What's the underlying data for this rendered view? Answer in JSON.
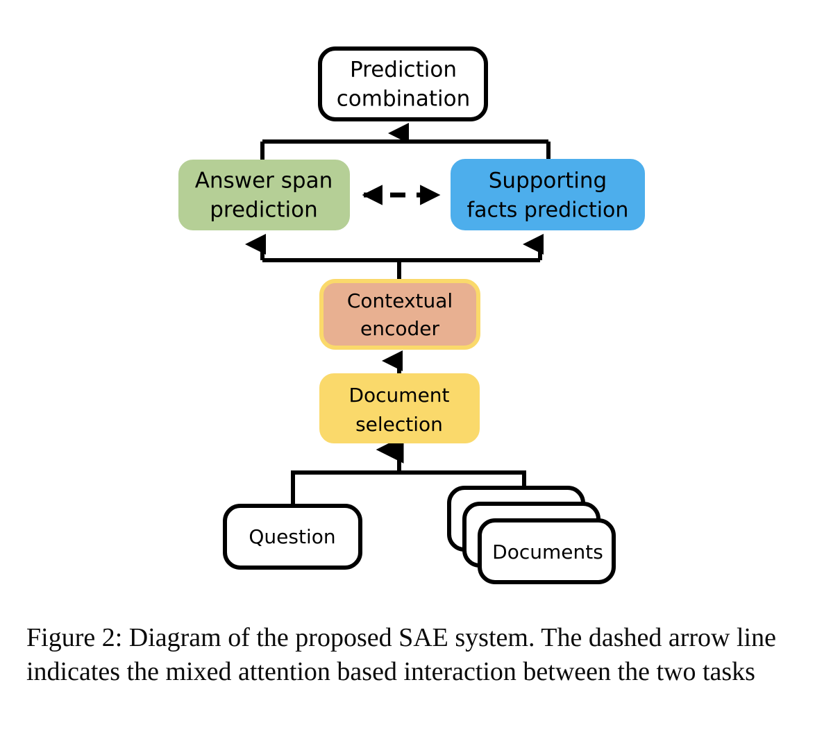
{
  "figure": {
    "caption_label": "Figure 2:",
    "caption_text": "Figure 2: Diagram of the proposed SAE system. The dashed arrow line indicates the mixed attention based interaction between the two tasks"
  },
  "diagram": {
    "type": "flowchart",
    "title": "SAE system architecture",
    "nodes": [
      {
        "id": "prediction-combination",
        "label_line1": "Prediction",
        "label_line2": "combination",
        "fill": "#ffffff",
        "border": "#000000",
        "shape": "rounded-rect"
      },
      {
        "id": "answer-span-prediction",
        "label_line1": "Answer  span",
        "label_line2": "prediction",
        "fill": "#b5cf96",
        "border": "#b5cf96",
        "shape": "rounded-rect"
      },
      {
        "id": "supporting-facts-prediction",
        "label_line1": "Supporting",
        "label_line2": "facts prediction",
        "fill": "#4daeec",
        "border": "#4daeec",
        "shape": "rounded-rect"
      },
      {
        "id": "contextual-encoder",
        "label_line1": "Contextual",
        "label_line2": "encoder",
        "fill": "#e8b091",
        "border": "#fad96b",
        "shape": "rounded-rect"
      },
      {
        "id": "document-selection",
        "label_line1": "Document",
        "label_line2": "selection",
        "fill": "#fad96b",
        "border": "#fad96b",
        "shape": "rounded-rect"
      },
      {
        "id": "question",
        "label_line1": "Question",
        "label_line2": "",
        "fill": "#ffffff",
        "border": "#000000",
        "shape": "rounded-rect"
      },
      {
        "id": "documents",
        "label_line1": "Documents",
        "label_line2": "",
        "fill": "#ffffff",
        "border": "#000000",
        "shape": "stacked-rect",
        "stack_count": 3
      }
    ],
    "edges": [
      {
        "from": "question",
        "to": "document-selection",
        "style": "solid",
        "arrow": "single"
      },
      {
        "from": "documents",
        "to": "document-selection",
        "style": "solid",
        "arrow": "single"
      },
      {
        "from": "document-selection",
        "to": "contextual-encoder",
        "style": "solid",
        "arrow": "single"
      },
      {
        "from": "contextual-encoder",
        "to": "answer-span-prediction",
        "style": "solid",
        "arrow": "single"
      },
      {
        "from": "contextual-encoder",
        "to": "supporting-facts-prediction",
        "style": "solid",
        "arrow": "single"
      },
      {
        "from": "answer-span-prediction",
        "to": "prediction-combination",
        "style": "solid",
        "arrow": "single"
      },
      {
        "from": "supporting-facts-prediction",
        "to": "prediction-combination",
        "style": "solid",
        "arrow": "single"
      },
      {
        "from": "answer-span-prediction",
        "to": "supporting-facts-prediction",
        "style": "dashed",
        "arrow": "double"
      }
    ]
  }
}
